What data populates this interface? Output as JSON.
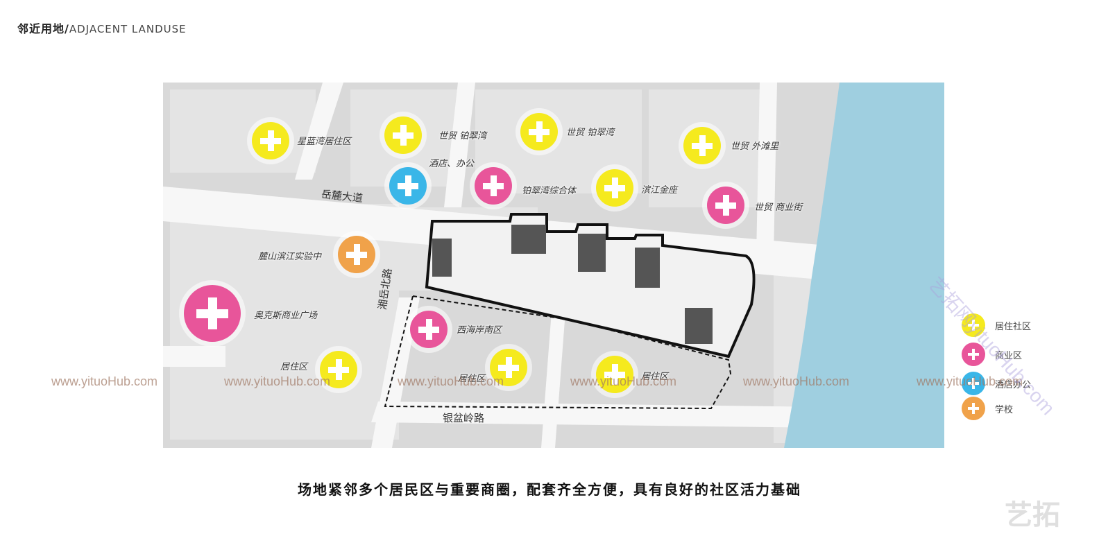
{
  "header": {
    "title_cn": "邻近用地/",
    "title_en": "ADJACENT LANDUSE"
  },
  "colors": {
    "residential": "#f5ea1e",
    "commercial": "#e8559a",
    "office": "#3ab6e8",
    "school": "#f0a24a",
    "water": "#9fcfe0"
  },
  "pois": [
    {
      "type": "residential",
      "label": "星蓝湾居住区"
    },
    {
      "type": "residential",
      "label": "世贸 铂翠湾"
    },
    {
      "type": "residential",
      "label": "世贸 铂翠湾"
    },
    {
      "type": "residential",
      "label": "世贸 外滩里"
    },
    {
      "type": "office",
      "label": "酒店、办公"
    },
    {
      "type": "commercial",
      "label": "铂翠湾综合体"
    },
    {
      "type": "residential",
      "label": "滨江金座"
    },
    {
      "type": "commercial",
      "label": "世贸 商业街"
    },
    {
      "type": "school",
      "label": "麓山滨江实验中"
    },
    {
      "type": "commercial",
      "label": "奥克斯商业广场"
    },
    {
      "type": "commercial",
      "label": "西海岸南区"
    },
    {
      "type": "residential",
      "label": "居住区"
    },
    {
      "type": "residential",
      "label": "居住区"
    },
    {
      "type": "residential",
      "label": "居住区"
    }
  ],
  "roads": {
    "yuelu": "岳麓大道",
    "xiangyue": "湘岳北路",
    "yinpen": "银盆岭路"
  },
  "legend": [
    {
      "type": "residential",
      "label": "居住社区"
    },
    {
      "type": "commercial",
      "label": "商业区"
    },
    {
      "type": "office",
      "label": "酒店办公"
    },
    {
      "type": "school",
      "label": "学校"
    }
  ],
  "caption": "场地紧邻多个居民区与重要商圈，配套齐全方便，具有良好的社区活力基础",
  "watermark": {
    "url": "www.yituoHub.com",
    "diag": "艺拓网yituoHub.com",
    "logo": "艺拓"
  }
}
